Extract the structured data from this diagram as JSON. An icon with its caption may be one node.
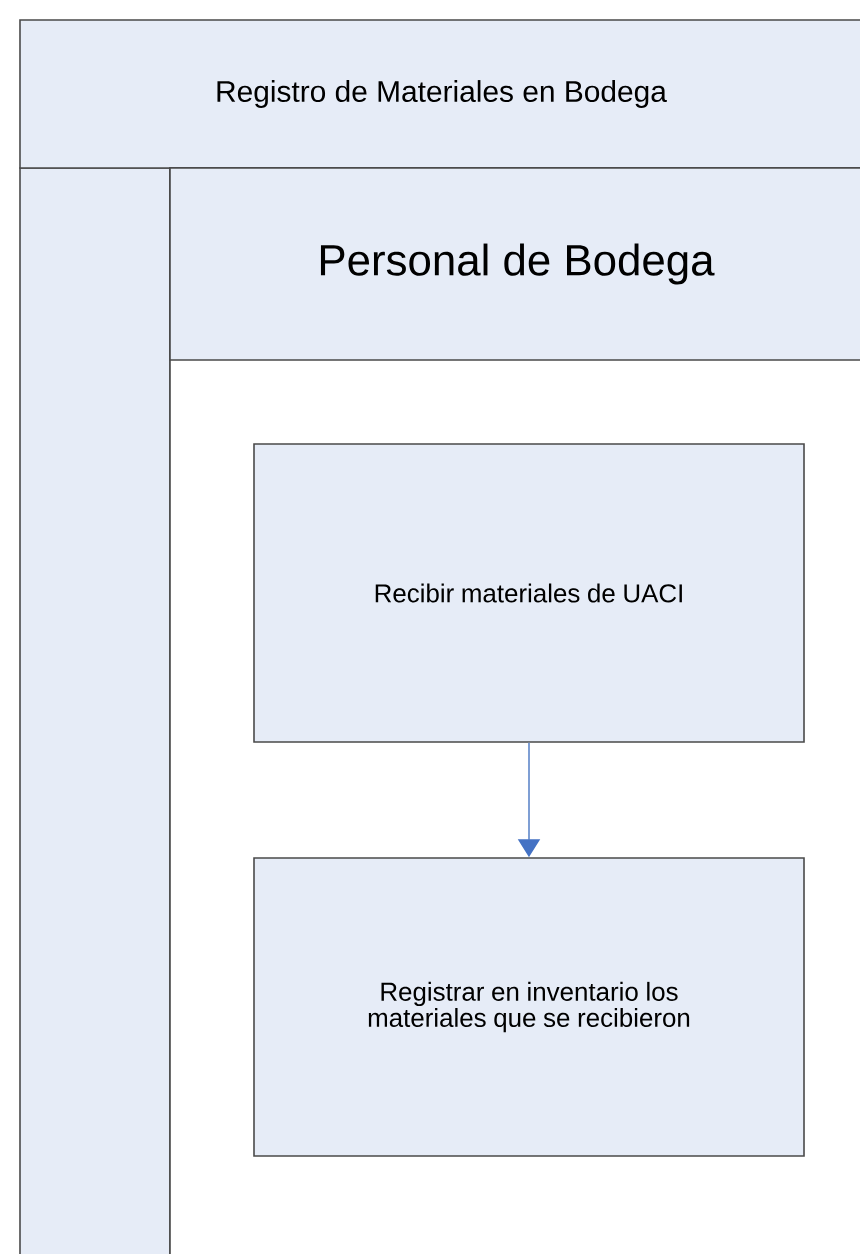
{
  "diagram": {
    "nodes": [
      {
        "text": [
          "Registro de Materiales en Bodega"
        ]
      },
      {
        "text": [
          "Personal de Bodega"
        ],
        "in": 0
      },
      {
        "text": [
          "Recibir materiales de UACI"
        ],
        "in": 1
      },
      {
        "text": [
          "Registrar en inventario los materiales que se recibieron"
        ],
        "in": 1
      }
    ],
    "edges": [
      {
        "from": 2,
        "to": 3,
        "arrow": "to"
      }
    ]
  }
}
